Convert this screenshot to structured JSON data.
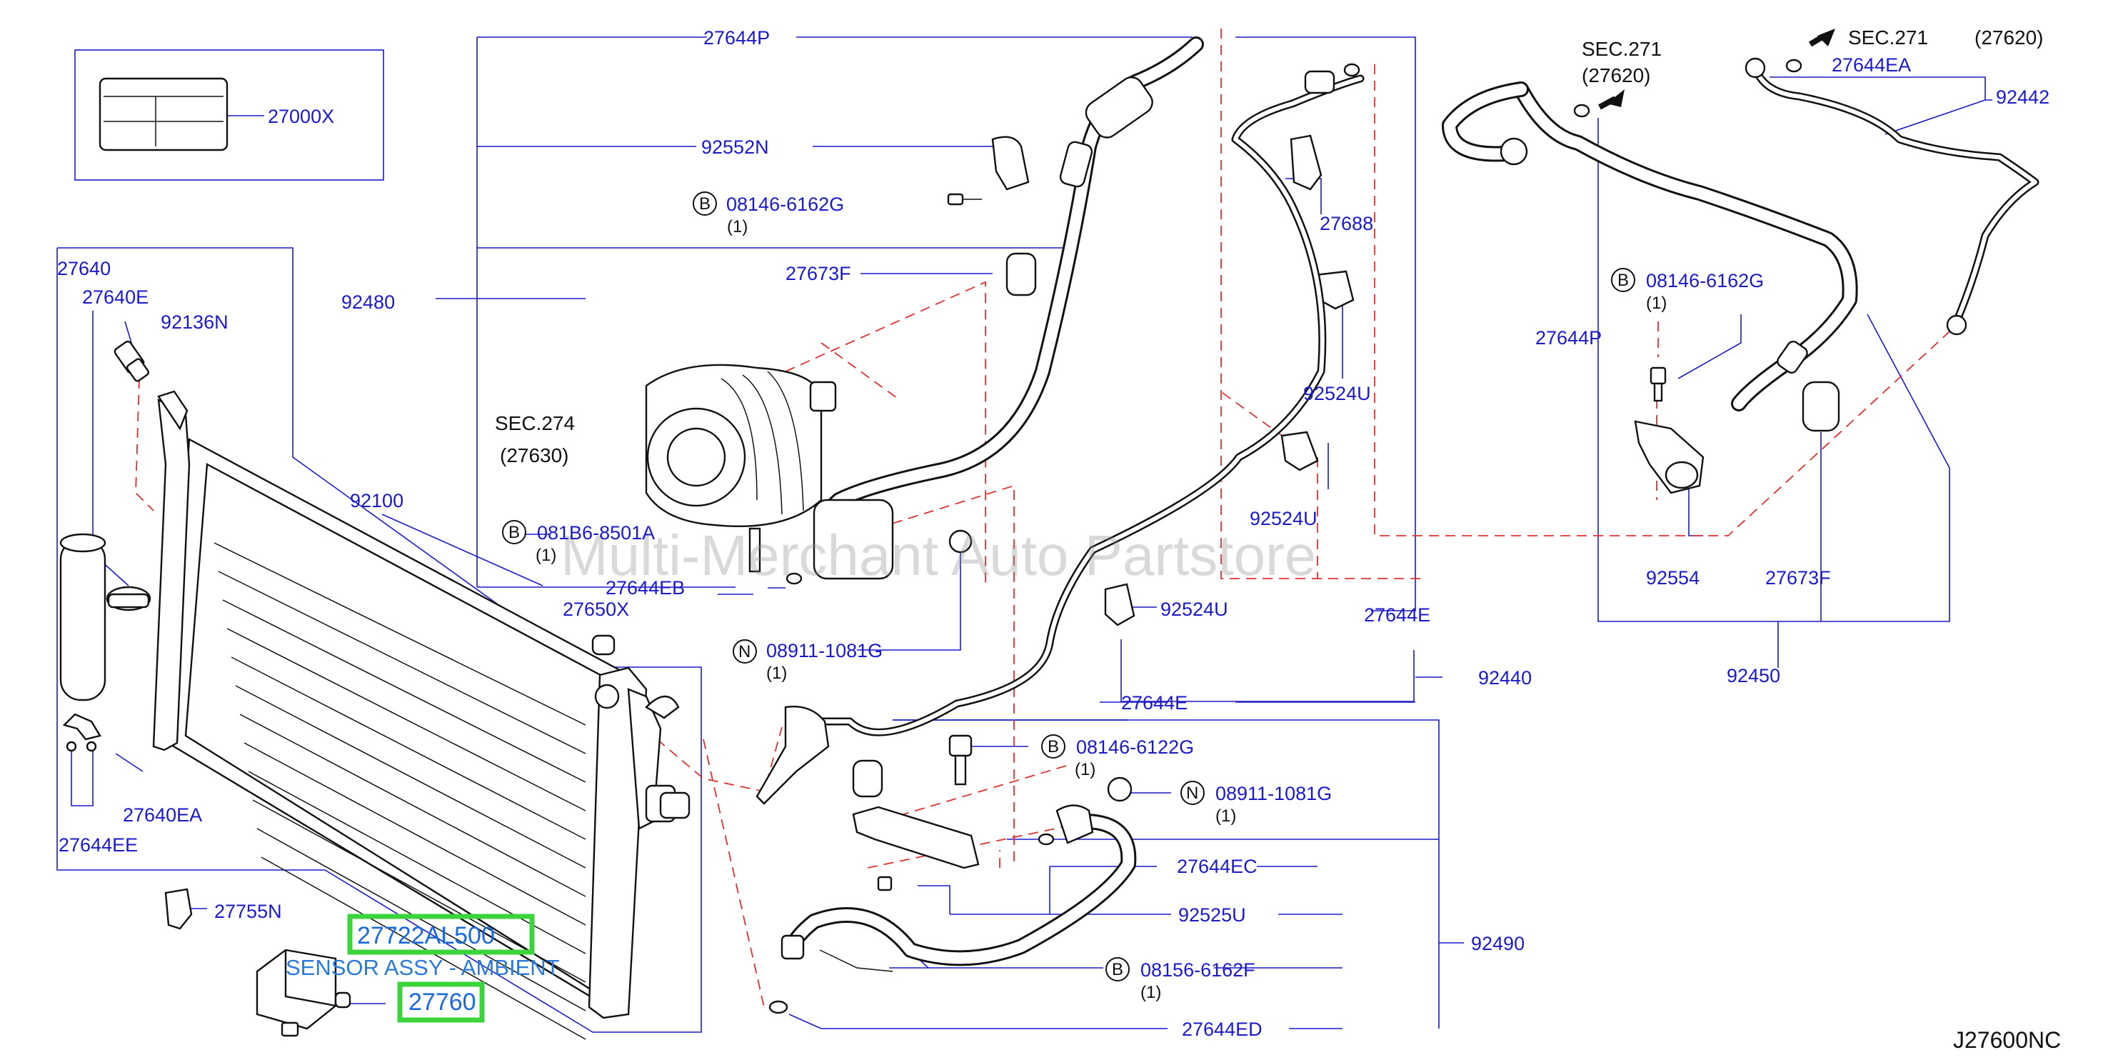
{
  "labels": {
    "p27644P_top": "27644P",
    "p92552N": "92552N",
    "p08146_6162G_a": "08146-6162G",
    "p27673F_a": "27673F",
    "p92480": "92480",
    "p27000X": "27000X",
    "p27640": "27640",
    "p27640E": "27640E",
    "p92136N": "92136N",
    "sec274": "SEC.274",
    "sec274_ref": "(27630)",
    "p081B6_8501A": "081B6-8501A",
    "p92100": "92100",
    "p27644EB": "27644EB",
    "p27650X": "27650X",
    "p08911_1081G_a": "08911-1081G",
    "p27640EA": "27640EA",
    "p27644EE": "27644EE",
    "p27755N": "27755N",
    "p27688": "27688",
    "p92524U_a": "92524U",
    "p92524U_b": "92524U",
    "p92524U_c": "92524U",
    "p27644E_a": "27644E",
    "p27644E_b": "27644E",
    "p92440": "92440",
    "p08146_6122G": "08146-6122G",
    "p08911_1081G_b": "08911-1081G",
    "p27644EC": "27644EC",
    "p92525U": "92525U",
    "p92490": "92490",
    "p08156_6162F": "08156-6162F",
    "p27644ED": "27644ED",
    "sec271_a": "SEC.271",
    "sec271_a_ref": "(27620)",
    "sec271_b": "SEC.271",
    "sec271_b_ref": "(27620)",
    "p27644EA": "27644EA",
    "p92442": "92442",
    "p27644P_mid": "27644P",
    "p08146_6162G_b": "08146-6162G",
    "p92554": "92554",
    "p27673F_b": "27673F",
    "p92450": "92450",
    "code": "J27600NC"
  },
  "quantities": {
    "q1": "(1)"
  },
  "badges": {
    "bolt": "B",
    "nut": "N"
  },
  "highlight": {
    "part_number": "27722AL500",
    "description": "SENSOR ASSY - AMBIENT",
    "sub_part": "27760",
    "box_color": "#3cd43c"
  },
  "watermark": "Multi-Merchant Auto Partstore",
  "colors": {
    "label": "#1a1acc",
    "dashed_guide": "#e23030",
    "line_art": "#111111"
  }
}
